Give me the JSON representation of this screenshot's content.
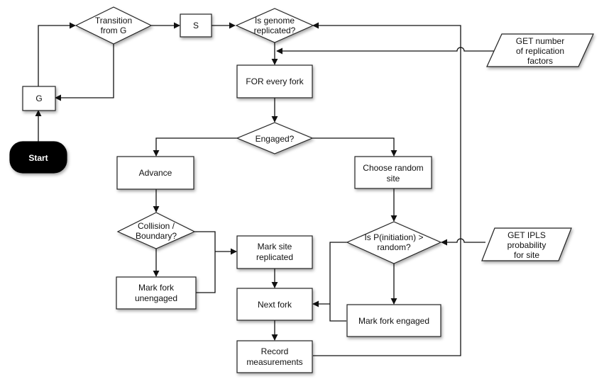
{
  "nodes": {
    "start": "Start",
    "g": "G",
    "transition": [
      "Transition",
      "from G"
    ],
    "s": "S",
    "genome": [
      "Is genome",
      "replicated?"
    ],
    "get_factors": [
      "GET number",
      "of replication",
      "factors"
    ],
    "for_fork": "FOR every fork",
    "engaged": "Engaged?",
    "advance": "Advance",
    "choose": [
      "Choose random",
      "site"
    ],
    "collision": [
      "Collision /",
      "Boundary?"
    ],
    "mark_unengaged": [
      "Mark fork",
      "unengaged"
    ],
    "mark_replicated": [
      "Mark site",
      "replicated"
    ],
    "p_init": [
      "Is P(initiation) >",
      "random?"
    ],
    "get_ipls": [
      "GET IPLS",
      "probability",
      "for site"
    ],
    "next_fork": "Next fork",
    "mark_engaged": "Mark fork engaged",
    "record": [
      "Record",
      "measurements"
    ]
  }
}
